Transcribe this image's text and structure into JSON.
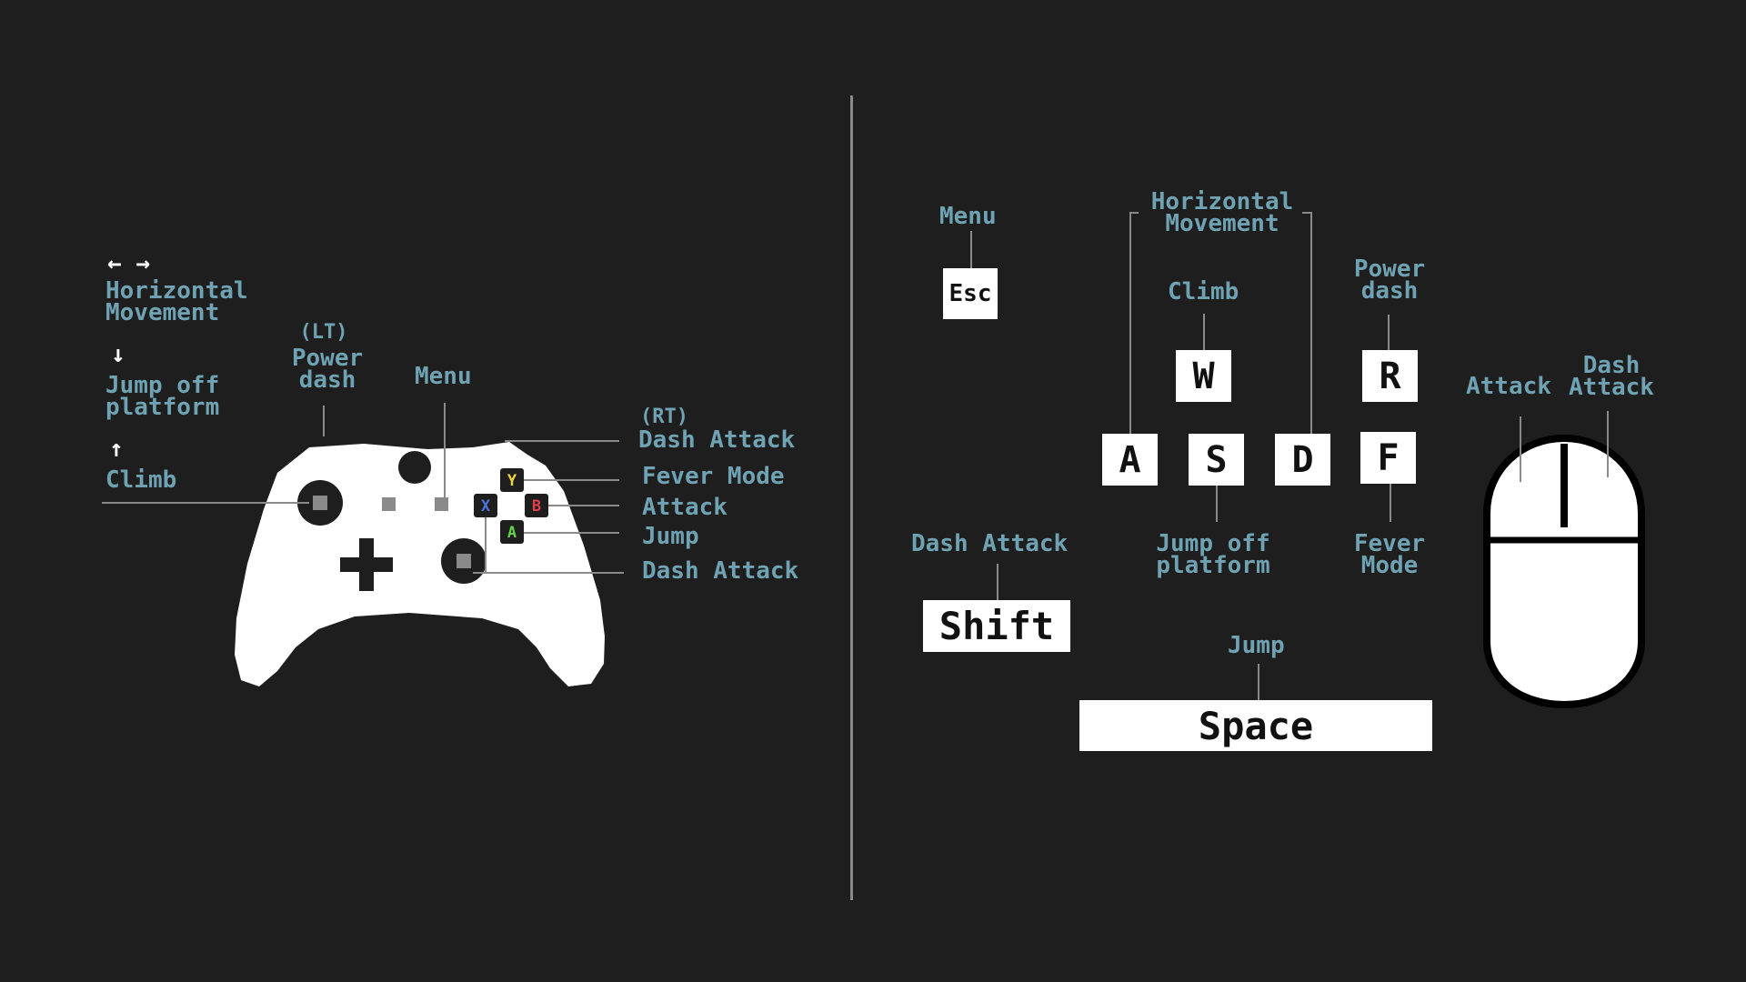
{
  "colors": {
    "background": "#1e1e1e",
    "label": "#6fa3b4",
    "key_bg": "#ffffff",
    "key_text": "#111111",
    "divider": "#8a8a8a",
    "btn_y": "#f2d640",
    "btn_x": "#4a78e0",
    "btn_b": "#e0404a",
    "btn_a": "#63d44a"
  },
  "gamepad": {
    "arrows_lr": "← →",
    "horizontal_movement": "Horizontal\nMovement",
    "arrow_down": "↓",
    "jump_off_platform": "Jump off\nplatform",
    "arrow_up": "↑",
    "climb": "Climb",
    "lt_tag": "(LT)",
    "power_dash": "Power\ndash",
    "menu": "Menu",
    "rt_tag": "(RT)",
    "rt_dash_attack": "Dash Attack",
    "fever_mode": "Fever Mode",
    "attack": "Attack",
    "jump": "Jump",
    "stick_dash_attack": "Dash Attack",
    "face_buttons": {
      "y": "Y",
      "x": "X",
      "b": "B",
      "a": "A"
    }
  },
  "keyboard": {
    "menu": "Menu",
    "esc_key": "Esc",
    "horizontal_movement": "Horizontal\nMovement",
    "climb": "Climb",
    "power_dash": "Power\ndash",
    "w_key": "W",
    "r_key": "R",
    "a_key": "A",
    "s_key": "S",
    "d_key": "D",
    "f_key": "F",
    "dash_attack": "Dash Attack",
    "jump_off_platform": "Jump off\nplatform",
    "fever_mode": "Fever\nMode",
    "shift_key": "Shift",
    "jump": "Jump",
    "space_key": "Space"
  },
  "mouse": {
    "attack": "Attack",
    "dash_attack": "Dash\nAttack"
  }
}
